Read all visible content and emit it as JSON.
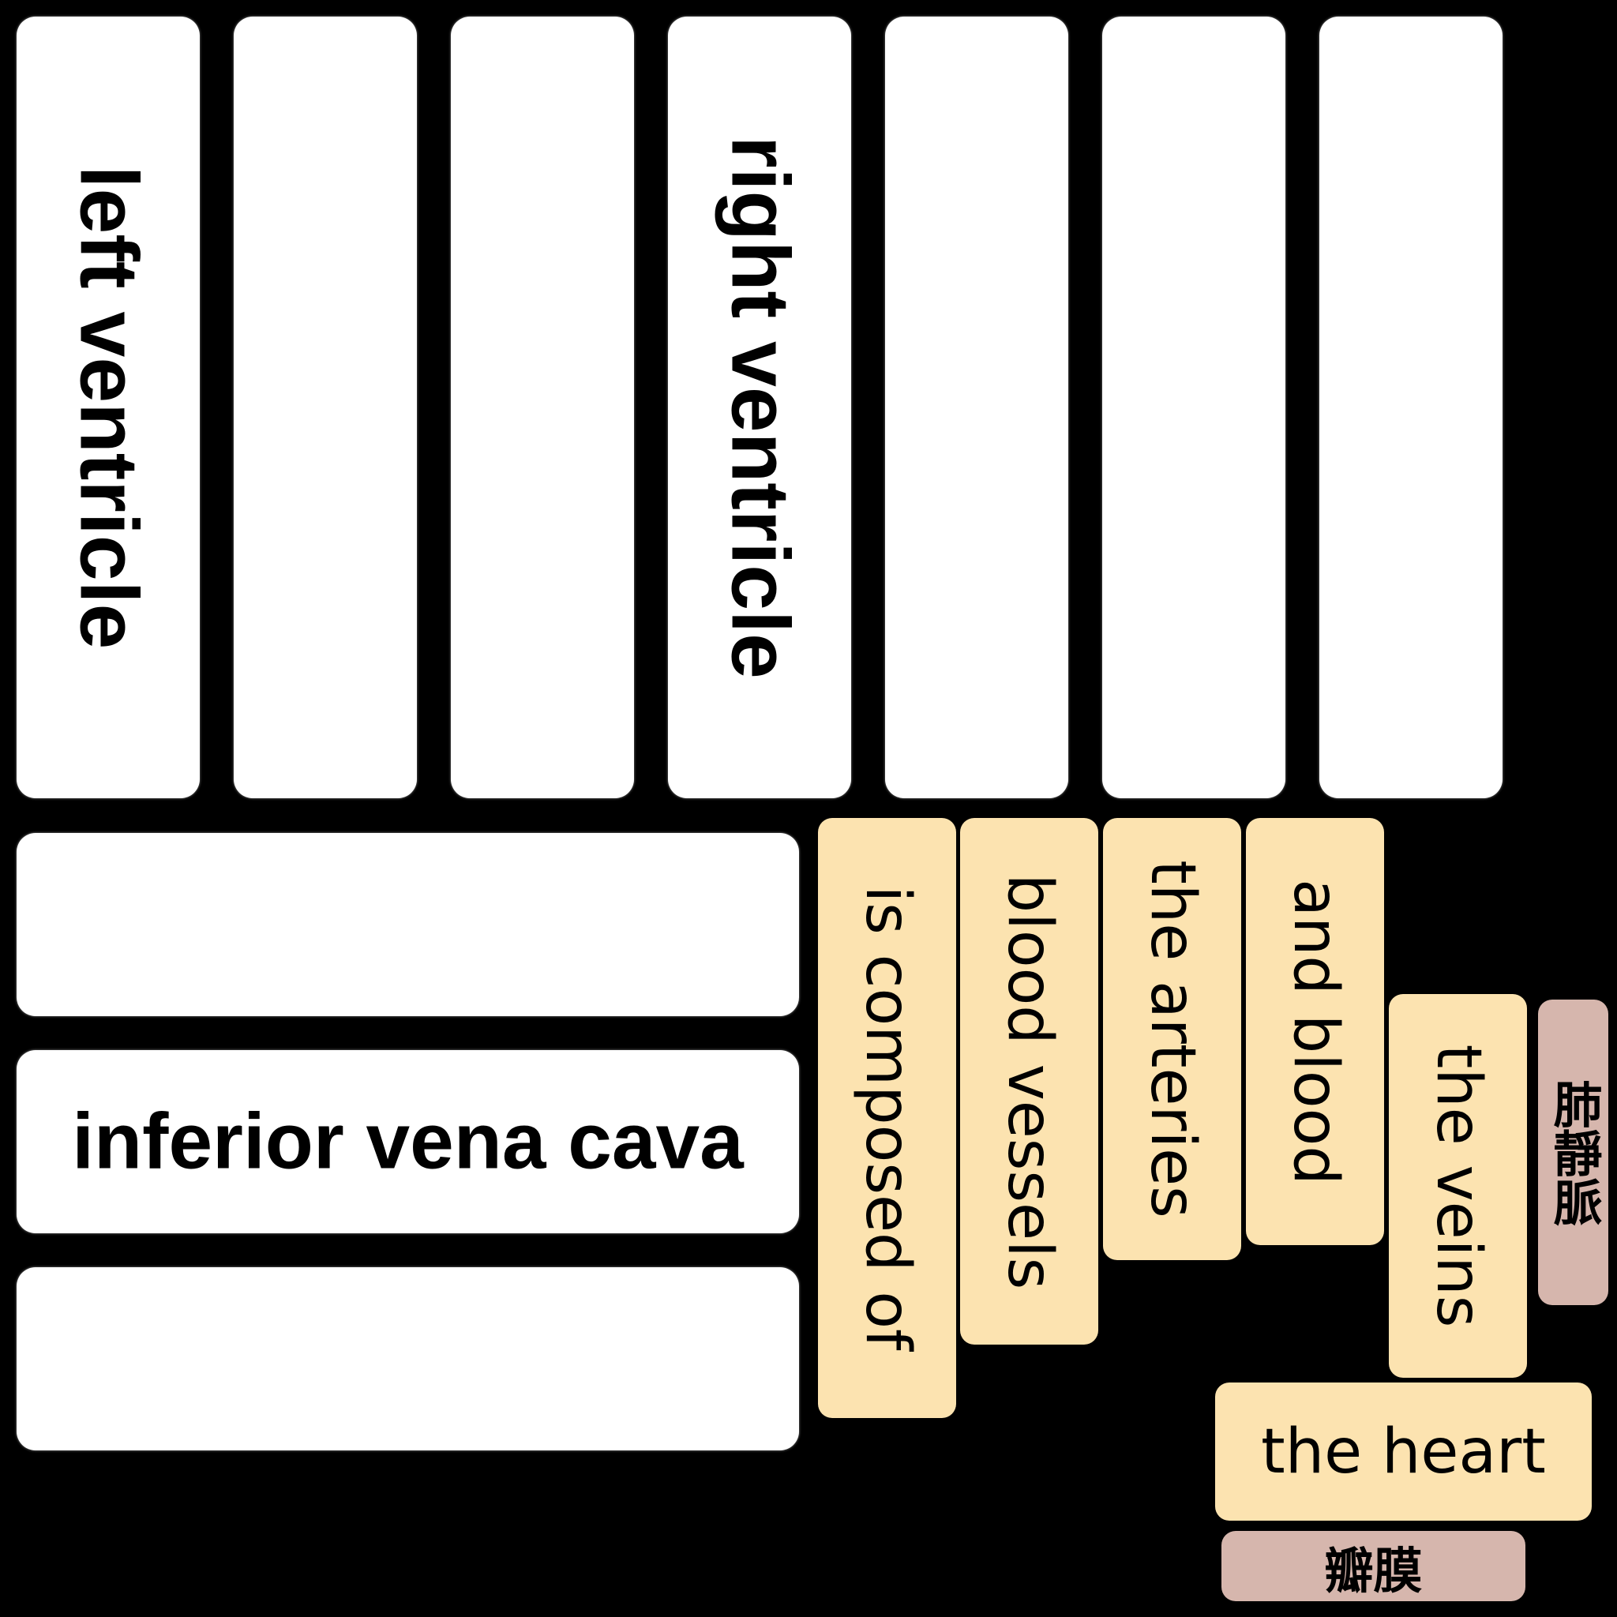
{
  "colors": {
    "background": "#000000",
    "slot": "#ffffff",
    "tile": "#fce3b0",
    "tile_alt": "#d6b6ad"
  },
  "vertical_slots": [
    {
      "label": "left ventricle"
    },
    {
      "label": ""
    },
    {
      "label": ""
    },
    {
      "label": "right ventricle"
    },
    {
      "label": ""
    },
    {
      "label": ""
    },
    {
      "label": ""
    }
  ],
  "horizontal_slots": [
    {
      "label": ""
    },
    {
      "label": "inferior vena cava"
    },
    {
      "label": ""
    }
  ],
  "tiles": [
    {
      "label": "is composed of"
    },
    {
      "label": "blood vessels"
    },
    {
      "label": "the arteries"
    },
    {
      "label": "and blood"
    },
    {
      "label": "the veins"
    },
    {
      "label": "肺靜脈"
    },
    {
      "label": "the heart"
    },
    {
      "label": "瓣膜"
    }
  ]
}
